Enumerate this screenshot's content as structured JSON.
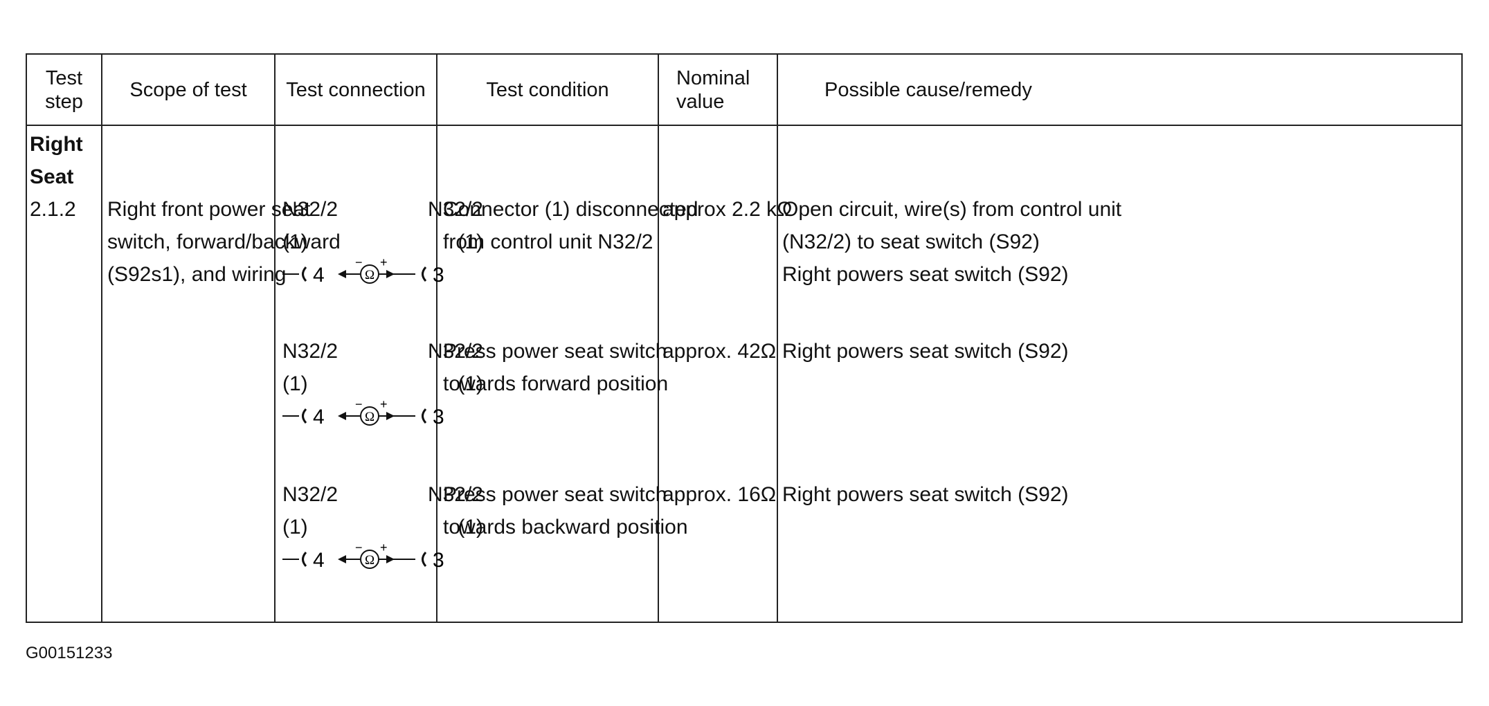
{
  "table": {
    "headers": {
      "test_step": "Test step",
      "scope": "Scope of test",
      "connection": "Test connection",
      "condition": "Test condition",
      "nominal": "Nominal value",
      "cause": "Possible cause/remedy"
    },
    "section": [
      "Right",
      "Seat"
    ],
    "step": "2.1.2",
    "scope_lines": [
      "Right front power seat",
      "switch, forward/backward",
      "(S92s1), and wiring"
    ],
    "tests": [
      {
        "conn_left": "N32/2",
        "conn_right": "N32/2",
        "pin_left_group": "(1)",
        "pin_right_group": "(1)",
        "pin_left": "4",
        "pin_right": "3",
        "condition": [
          "Connector (1) disconnected",
          "from control unit N32/2"
        ],
        "nominal": "approx 2.2 kΩ",
        "cause": [
          "Open circuit, wire(s) from control unit",
          "(N32/2) to seat switch (S92)",
          "Right powers seat switch (S92)"
        ]
      },
      {
        "conn_left": "N32/2",
        "conn_right": "N32/2",
        "pin_left_group": "(1)",
        "pin_right_group": "(1)",
        "pin_left": "4",
        "pin_right": "3",
        "condition": [
          "Press power seat switch",
          "towards forward position"
        ],
        "nominal": "approx. 42Ω",
        "cause": [
          "Right powers seat switch (S92)"
        ]
      },
      {
        "conn_left": "N32/2",
        "conn_right": "N32/2",
        "pin_left_group": "(1)",
        "pin_right_group": "(1)",
        "pin_left": "4",
        "pin_right": "3",
        "condition": [
          "Press power seat switch",
          "towards backward position"
        ],
        "nominal": "approx. 16Ω",
        "cause": [
          "Right powers seat switch (S92)"
        ]
      }
    ],
    "meter": {
      "symbol": "Ω",
      "minus": "−",
      "plus": "+"
    }
  },
  "footer": {
    "figure_id": "G00151233"
  }
}
